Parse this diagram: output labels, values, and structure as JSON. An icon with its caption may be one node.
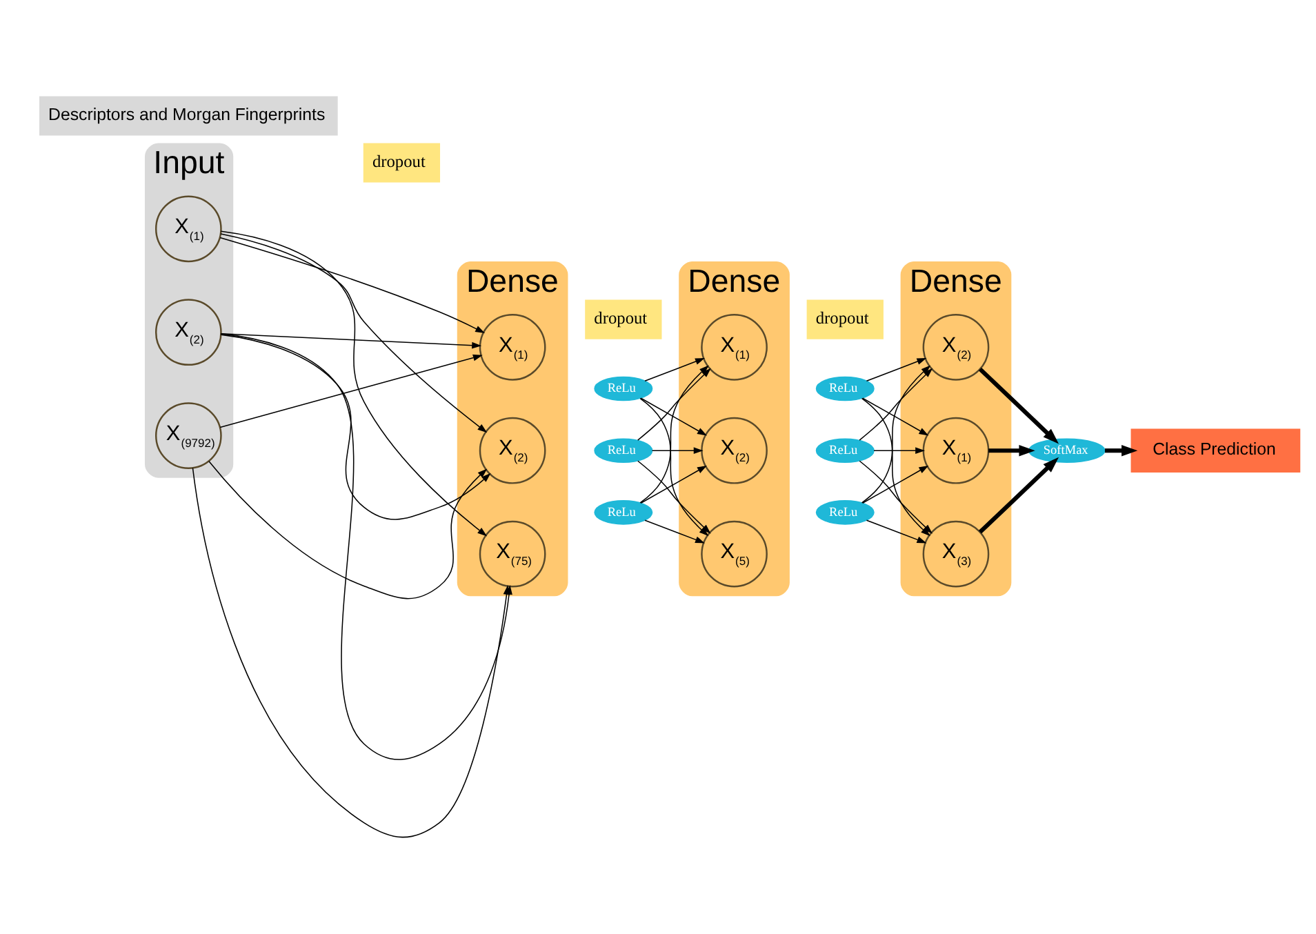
{
  "diagram": {
    "nodes": [
      {
        "text": [
          "Input"
        ]
      },
      {
        "text": [
          "X$_{(1)}$"
        ],
        "in": 0
      },
      {
        "text": [
          "X$_{(2)}$"
        ],
        "in": 0
      },
      {
        "text": [
          "X$_{(9792)}$"
        ],
        "in": 0
      },
      {
        "text": [
          "Dense"
        ]
      },
      {
        "text": [
          "X$_{(1)}$"
        ],
        "in": 4
      },
      {
        "text": [
          "X$_{(2)}$"
        ],
        "in": 4
      },
      {
        "text": [
          "X$_{(75)}$"
        ],
        "in": 4
      },
      {
        "text": [
          "dropout"
        ]
      },
      {
        "text": [
          "ReLu"
        ]
      },
      {
        "text": [
          "ReLu"
        ]
      },
      {
        "text": [
          "ReLu"
        ]
      },
      {
        "text": [
          "Dense"
        ]
      },
      {
        "text": [
          "X$_{(1)}$"
        ],
        "in": 12
      },
      {
        "text": [
          "X$_{(2)}$"
        ],
        "in": 12
      },
      {
        "text": [
          "X$_{(5)}$"
        ],
        "in": 12
      },
      {
        "text": [
          "dropout"
        ]
      },
      {
        "text": [
          "ReLu"
        ]
      },
      {
        "text": [
          "ReLu"
        ]
      },
      {
        "text": [
          "ReLu"
        ]
      },
      {
        "text": [
          "Dense"
        ]
      },
      {
        "text": [
          "X$_{(1)}$"
        ],
        "in": 20
      },
      {
        "text": [
          "X$_{(2)}$"
        ],
        "in": 20
      },
      {
        "text": [
          "X$_{(3)}$"
        ],
        "in": 20
      },
      {
        "text": [
          "dropout"
        ]
      },
      {
        "text": [
          "SoftMax"
        ]
      },
      {
        "text": [
          "Descriptors and Morgan Fingerprints"
        ]
      },
      {
        "text": [
          "Class Prediction"
        ]
      }
    ],
    "edges": [
      {
        "from": 1,
        "to": 5,
        "arrow": "to"
      },
      {
        "from": 1,
        "to": 6,
        "arrow": "to"
      },
      {
        "from": 1,
        "to": 7,
        "arrow": "to"
      },
      {
        "from": 2,
        "to": 5,
        "arrow": "to"
      },
      {
        "from": 2,
        "to": 6,
        "arrow": "to"
      },
      {
        "from": 2,
        "to": 7,
        "arrow": "to"
      },
      {
        "from": 3,
        "to": 5,
        "arrow": "to"
      },
      {
        "from": 3,
        "to": 6,
        "arrow": "to"
      },
      {
        "from": 3,
        "to": 7,
        "arrow": "to"
      },
      {
        "from": 9,
        "to": 13,
        "arrow": "to"
      },
      {
        "from": 9,
        "to": 14,
        "arrow": "to"
      },
      {
        "from": 9,
        "to": 15,
        "arrow": "to"
      },
      {
        "from": 10,
        "to": 13,
        "arrow": "to"
      },
      {
        "from": 10,
        "to": 14,
        "arrow": "to"
      },
      {
        "from": 10,
        "to": 15,
        "arrow": "to"
      },
      {
        "from": 11,
        "to": 13,
        "arrow": "to"
      },
      {
        "from": 11,
        "to": 14,
        "arrow": "to"
      },
      {
        "from": 11,
        "to": 15,
        "arrow": "to"
      },
      {
        "from": 17,
        "to": 21,
        "arrow": "to"
      },
      {
        "from": 17,
        "to": 22,
        "arrow": "to"
      },
      {
        "from": 17,
        "to": 23,
        "arrow": "to"
      },
      {
        "from": 18,
        "to": 21,
        "arrow": "to"
      },
      {
        "from": 18,
        "to": 22,
        "arrow": "to"
      },
      {
        "from": 18,
        "to": 23,
        "arrow": "to"
      },
      {
        "from": 19,
        "to": 21,
        "arrow": "to"
      },
      {
        "from": 19,
        "to": 22,
        "arrow": "to"
      },
      {
        "from": 19,
        "to": 23,
        "arrow": "to"
      },
      {
        "from": 21,
        "to": 25,
        "arrow": "to",
        "style": "thick"
      },
      {
        "from": 22,
        "to": 25,
        "arrow": "to",
        "style": "thick"
      },
      {
        "from": 23,
        "to": 25,
        "arrow": "to",
        "style": "thick"
      },
      {
        "from": 25,
        "to": 27,
        "arrow": "to",
        "style": "thick"
      }
    ]
  }
}
